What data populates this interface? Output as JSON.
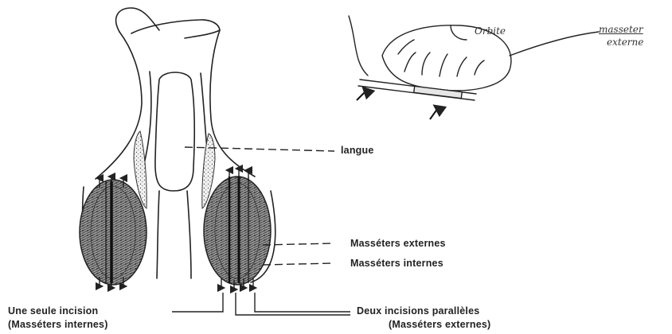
{
  "labels": {
    "langue": "langue",
    "masseters_externes": "Masséters externes",
    "masseters_internes": "Masséters internes",
    "une_seule_incision": "Une seule incision",
    "une_seule_incision_sub": "(Masséters internes)",
    "deux_incisions": "Deux incisions parallèles",
    "deux_incisions_sub": "(Masséters externes)"
  },
  "sketch": {
    "orbite": "Orbite",
    "masseter_ext_line1": "masseter",
    "masseter_ext_line2": "externe"
  }
}
